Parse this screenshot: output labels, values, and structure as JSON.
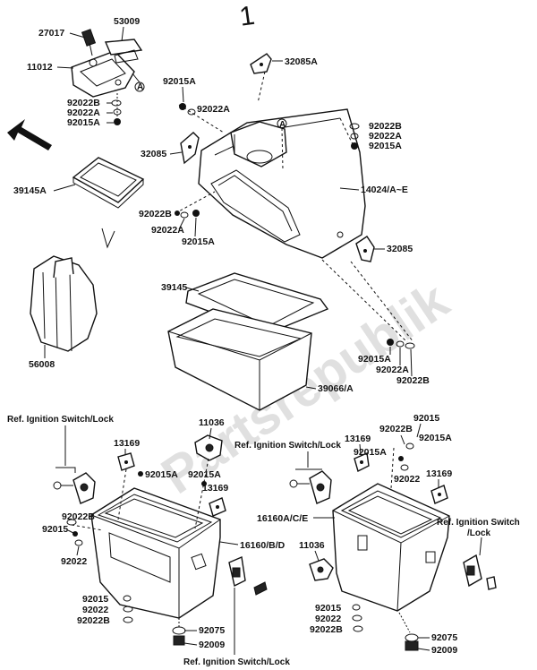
{
  "diagram": {
    "sheet_mark": "1",
    "watermark": "Partsrepublik",
    "circle_ref": "A",
    "labels": {
      "l27017": "27017",
      "l53009": "53009",
      "l11012": "11012",
      "l92022B_a": "92022B",
      "l92022A_a": "92022A",
      "l92015A_a": "92015A",
      "l92015A_b": "92015A",
      "l92022A_b": "92022A",
      "l32085A": "32085A",
      "l92022B_c": "92022B",
      "l92022A_c": "92022A",
      "l92015A_c": "92015A",
      "l32085_a": "32085",
      "l39145A": "39145A",
      "l92022B_d": "92022B",
      "l92022A_d": "92022A",
      "l92015A_d": "92015A",
      "l14024": "14024/A~E",
      "l32085_b": "32085",
      "l39145": "39145",
      "l56008": "56008",
      "l92015A_e": "92015A",
      "l92022A_e": "92022A",
      "l92022B_e": "92022B",
      "l39066": "39066/A",
      "ref_left_top": "Ref. Ignition Switch/Lock",
      "l11036_a": "11036",
      "l13169_a": "13169",
      "l92015A_f": "92015A",
      "l92015A_g": "92015A",
      "l13169_b": "13169",
      "l92022B_g": "92022B",
      "l92015_g": "92015",
      "l92022_g": "92022",
      "l16160B": "16160/B/D",
      "l92015_h": "92015",
      "l92022_h": "92022",
      "l92022B_h": "92022B",
      "l92075_a": "92075",
      "l92009_a": "92009",
      "ref_left_bottom": "Ref. Ignition Switch/Lock",
      "ref_mid": "Ref. Ignition Switch/Lock",
      "l13169_c": "13169",
      "l92015A_i": "92015A",
      "l92015_i": "92015",
      "l92022B_i": "92022B",
      "l92015A_j": "92015A",
      "l13169_d": "13169",
      "l92022_j": "92022",
      "l16160A": "16160A/C/E",
      "ref_right_a": "Ref. Ignition Switch",
      "ref_right_b": "/Lock",
      "l11036_b": "11036",
      "l92015_k": "92015",
      "l92022_k": "92022",
      "l92022B_k": "92022B",
      "l92075_b": "92075",
      "l92009_b": "92009"
    }
  }
}
